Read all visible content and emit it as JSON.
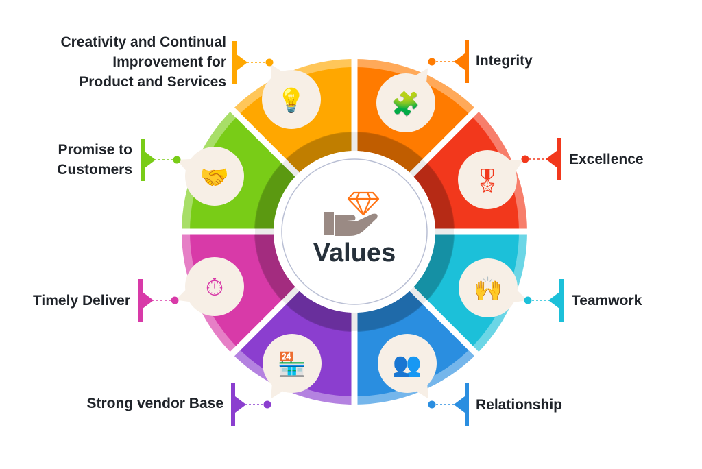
{
  "title": "Values",
  "segments": [
    {
      "label": "Integrity",
      "icon": "puzzle-icon",
      "color": "#ff7b00"
    },
    {
      "label": "Excellence",
      "icon": "award-ribbon-icon",
      "color": "#f2381c"
    },
    {
      "label": "Teamwork",
      "icon": "team-celebration-icon",
      "color": "#1cc0d9"
    },
    {
      "label": "Relationship",
      "icon": "network-people-icon",
      "color": "#2a8ee0"
    },
    {
      "label": "Strong vendor Base",
      "icon": "vendor-stall-icon",
      "color": "#8b3ecf"
    },
    {
      "label": "Timely Deliver",
      "icon": "delivery-clock-icon",
      "color": "#d83aa8"
    },
    {
      "label": "Promise to Customers",
      "icon": "handshake-shield-icon",
      "color": "#79cc17"
    },
    {
      "label": "Creativity and Continual Improvement for Product and Services",
      "icon": "lightbulb-gear-icon",
      "color": "#ffa700"
    }
  ],
  "label_lines": {
    "promise": [
      "Promise to",
      "Customers"
    ],
    "creativity": [
      "Creativity and Continual",
      "Improvement for",
      "Product and Services"
    ]
  }
}
